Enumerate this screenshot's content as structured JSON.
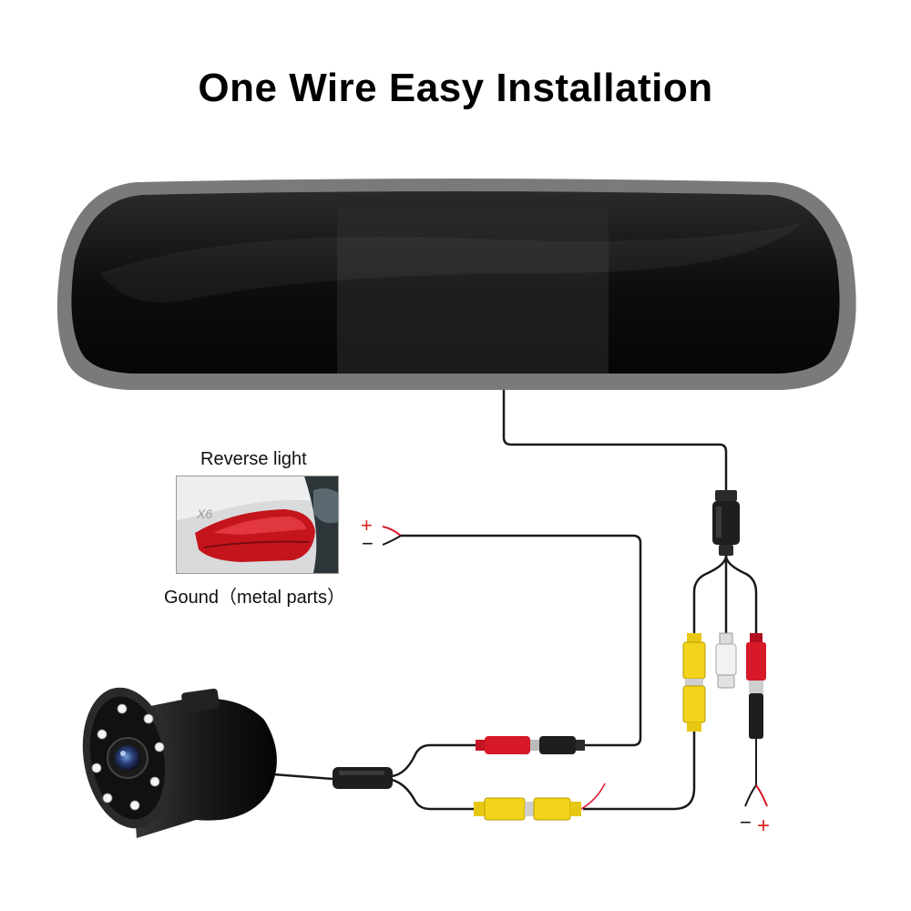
{
  "title": "One Wire Easy Installation",
  "reverse_light": {
    "label": "Reverse light",
    "photo_text": "X6"
  },
  "ground_label": "Gound（metal parts）",
  "polarity": {
    "plus": "+",
    "minus": "−"
  },
  "colors": {
    "mirror_frame": "#7a7a7a",
    "mirror_glass": "#141414",
    "cable": "#1a1a1a",
    "rca_yellow": "#f2d51a",
    "rca_red": "#d7192a",
    "rca_white": "#eeeeee",
    "plus_sign": "#e02020"
  }
}
